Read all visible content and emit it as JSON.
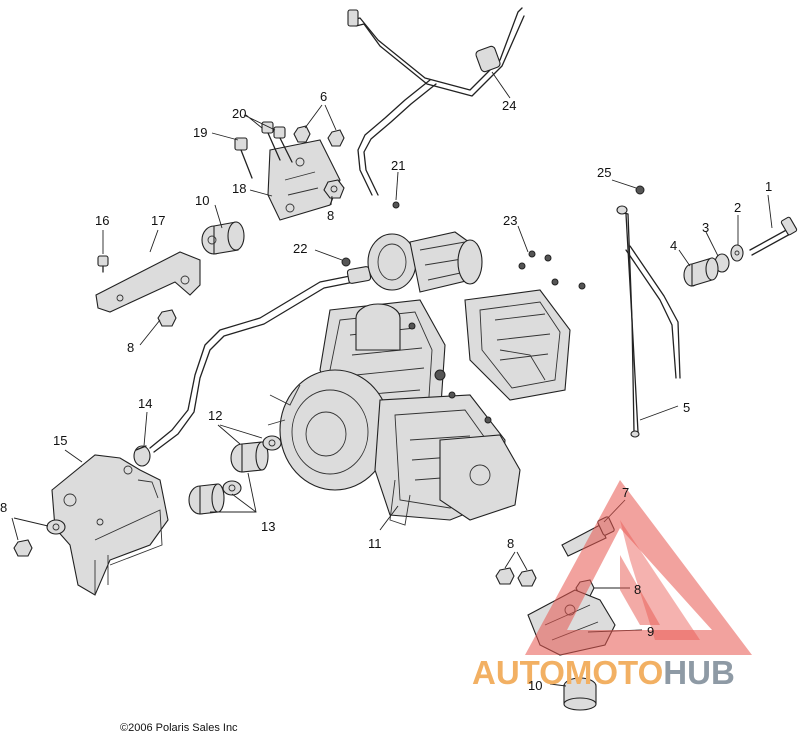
{
  "diagram": {
    "callouts": [
      "24",
      "6",
      "20",
      "19",
      "21",
      "18",
      "10",
      "8",
      "16",
      "17",
      "25",
      "1",
      "2",
      "3",
      "4",
      "23",
      "22",
      "8",
      "14",
      "12",
      "15",
      "5",
      "8",
      "13",
      "11",
      "7",
      "8",
      "8",
      "9",
      "10"
    ],
    "copyright": "©2006 Polaris Sales Inc",
    "watermark": {
      "word_a": "AUTOMOTO",
      "word_b": "HUB",
      "color_a": "#f2b063",
      "color_b": "#8e9aa5",
      "triangle_color": "#e8554e"
    }
  }
}
